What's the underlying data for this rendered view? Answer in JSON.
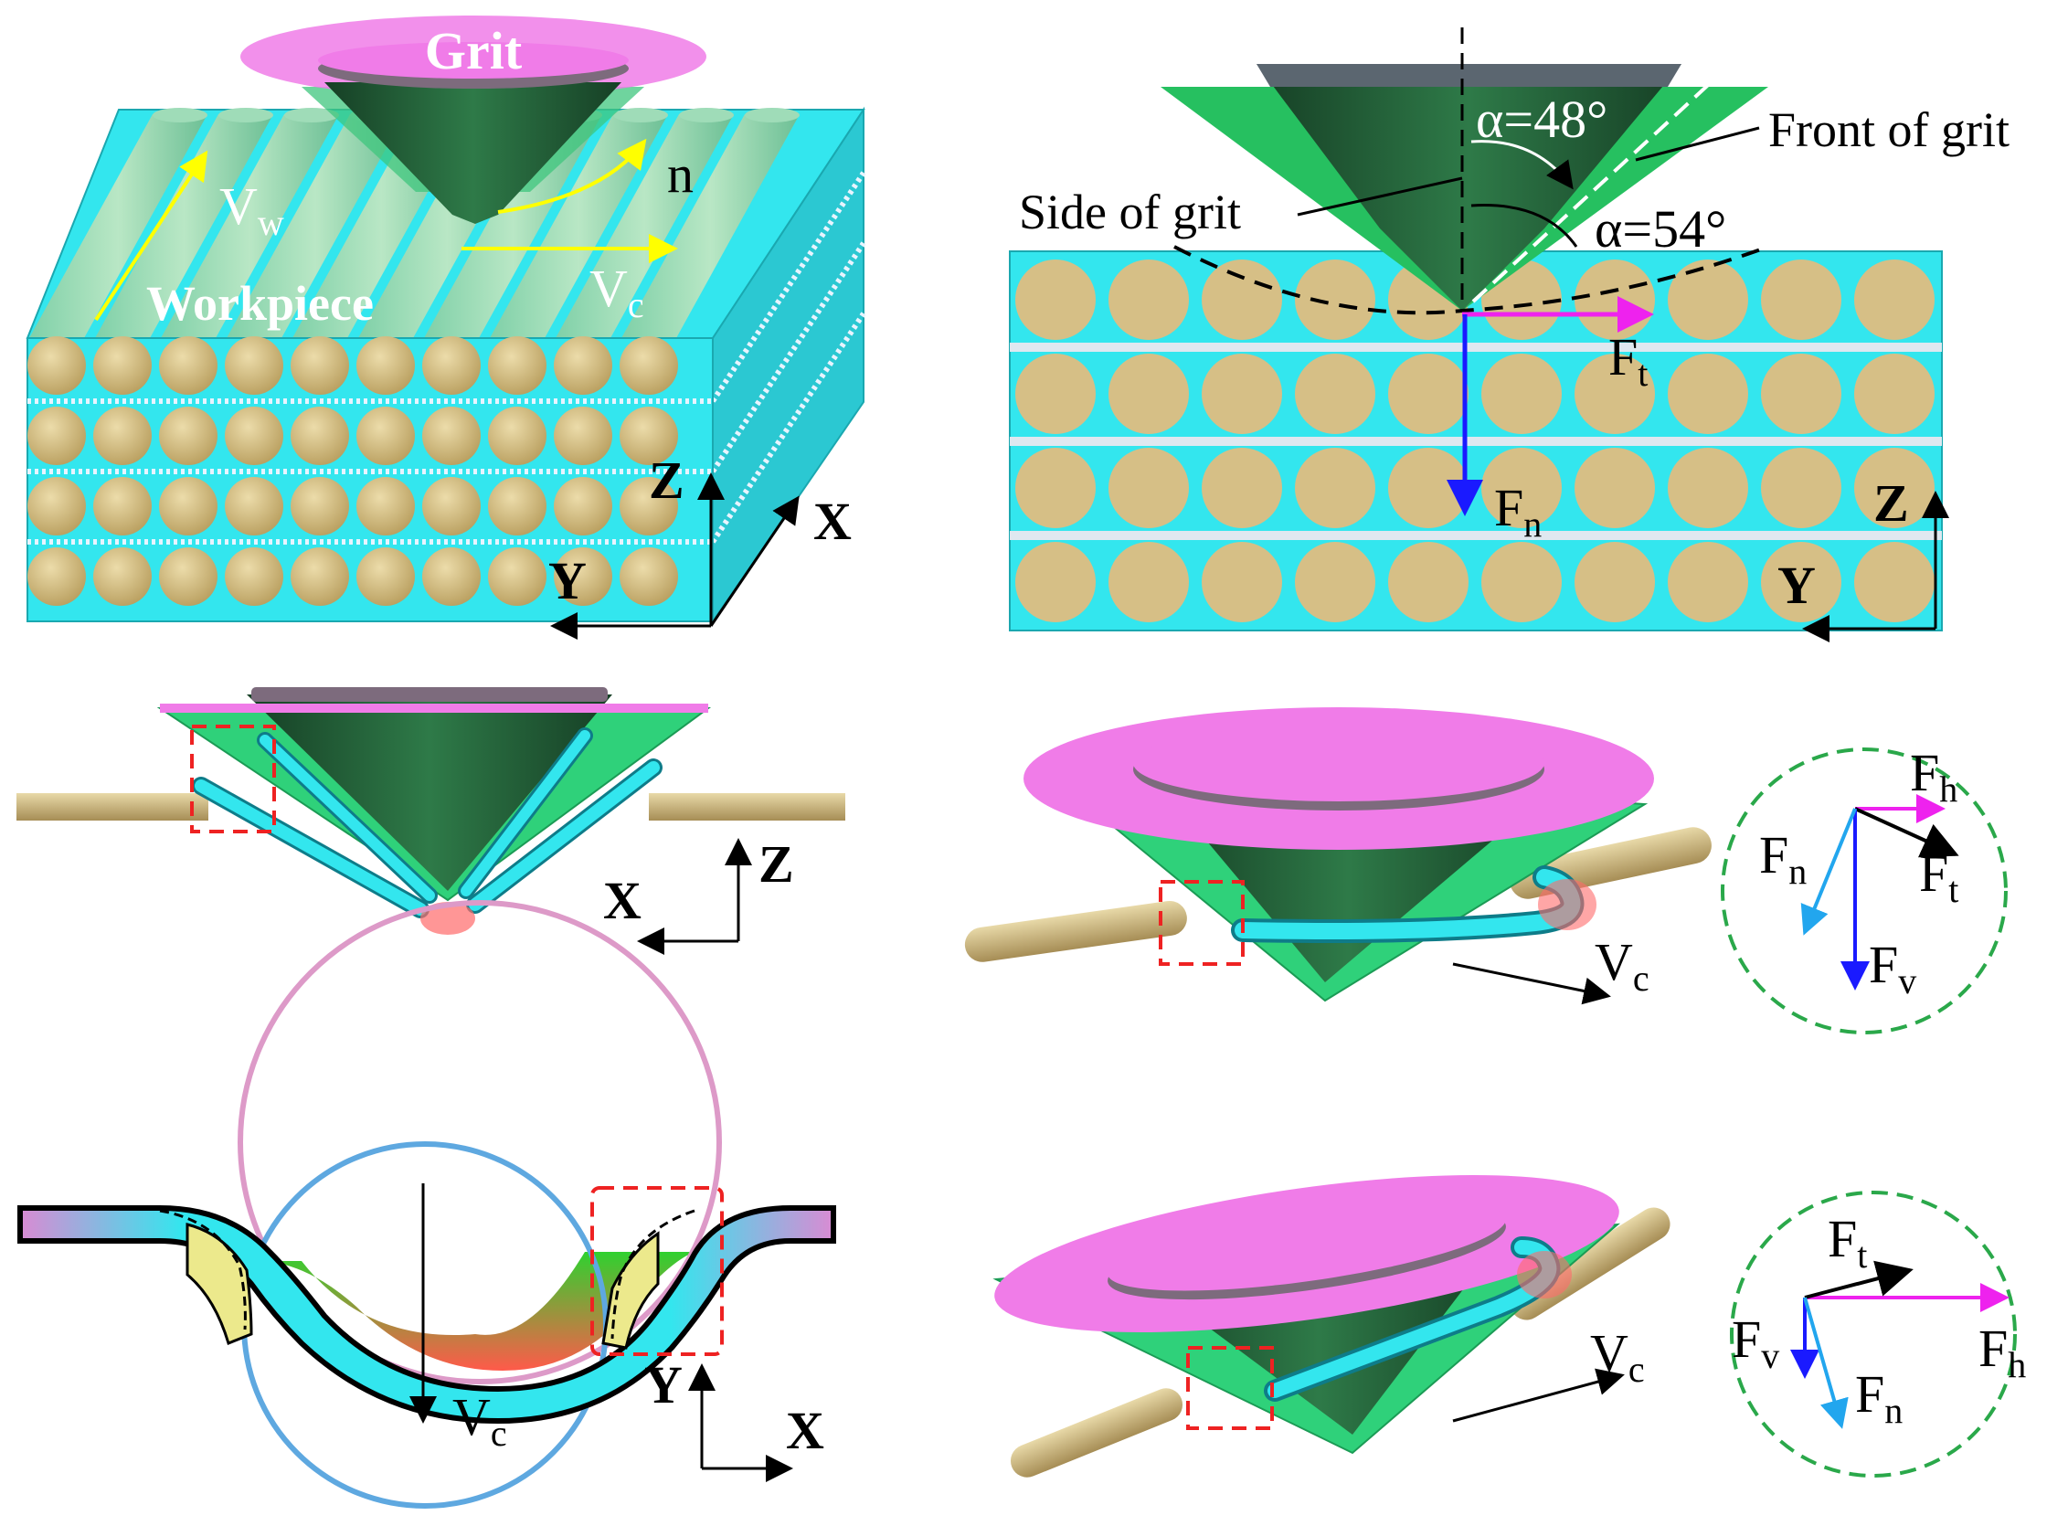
{
  "labels": {
    "grit": "Grit",
    "workpiece": "Workpiece",
    "vw": "V",
    "vw_sub": "w",
    "n": "n",
    "vc": "V",
    "vc_sub": "c",
    "axis_x": "X",
    "axis_y": "Y",
    "axis_z": "Z",
    "alpha48": "α=48°",
    "alpha54": "α=54°",
    "front_of_grit": "Front of grit",
    "side_of_grit": "Side of grit",
    "force_f": "F",
    "sub_t": "t",
    "sub_n": "n",
    "sub_h": "h",
    "sub_v": "v"
  },
  "colors": {
    "matrix": "#33e6ee",
    "fiber": "#d9c38c",
    "grit_top": "#f07ce8",
    "grit_cone": "#1f6e3c",
    "grit_shell": "#2fd17a",
    "tangential_force": "#ee22ee",
    "normal_force_blue": "#1a1aff",
    "normal_force_light": "#22a6ee",
    "dashed_circle": "#2aa84a",
    "highlight_box": "#ee2222"
  }
}
